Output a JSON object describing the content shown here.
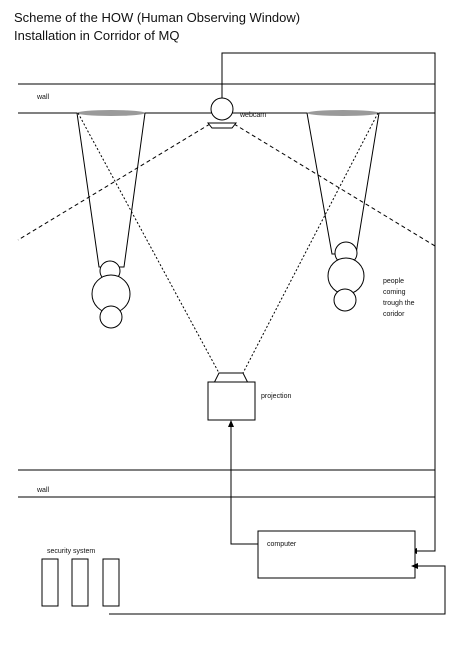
{
  "title": {
    "line1": "Scheme of the HOW (Human Observing Window)",
    "line2": "Installation in Corridor of MQ"
  },
  "labels": {
    "wall_top": "wall",
    "wall_bottom": "wall",
    "webcam": "webcam",
    "people_line1": "people",
    "people_line2": "coming",
    "people_line3": "trough the",
    "people_line4": "coridor",
    "projection": "projection",
    "computer": "computer",
    "security_system": "security system"
  }
}
